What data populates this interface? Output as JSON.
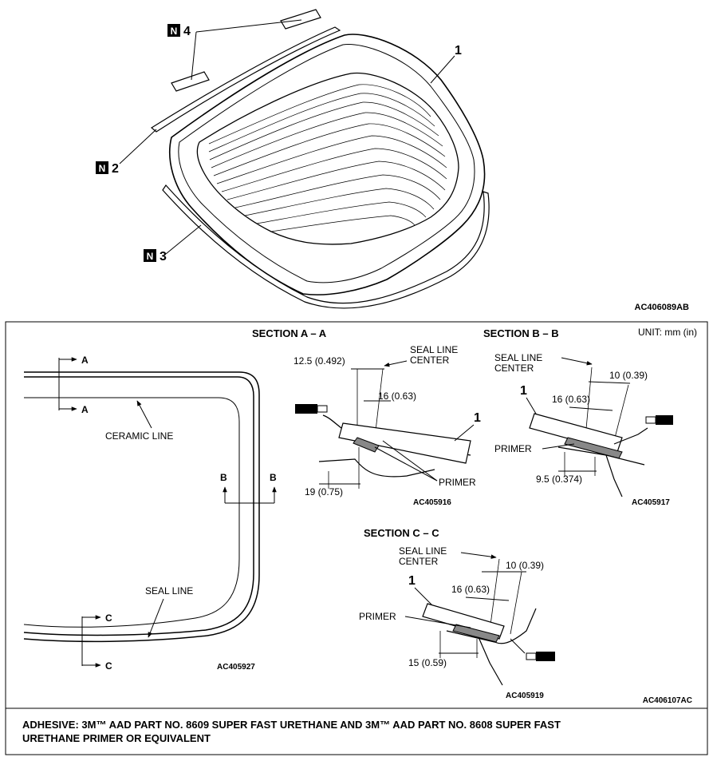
{
  "top_figure": {
    "callouts": {
      "item_1": "1",
      "item_2": "2",
      "item_3": "3",
      "item_4": "4",
      "note_badge": "N"
    },
    "figure_code": "AC406089AB"
  },
  "overview": {
    "labels": {
      "a": "A",
      "b": "B",
      "c": "C",
      "ceramic_line": "CERAMIC LINE",
      "seal_line": "SEAL LINE"
    },
    "figure_code": "AC405927"
  },
  "unit_note": "UNIT: mm (in)",
  "section_aa": {
    "title": "SECTION A – A",
    "seal_line_center": [
      "SEAL LINE",
      "CENTER"
    ],
    "dim_1": "12.5 (0.492)",
    "dim_2": "16 (0.63)",
    "dim_3": "19 (0.75)",
    "callout": "1",
    "primer": "PRIMER",
    "figure_code": "AC405916"
  },
  "section_bb": {
    "title": "SECTION B – B",
    "seal_line_center": [
      "SEAL LINE",
      "CENTER"
    ],
    "dim_1": "10 (0.39)",
    "dim_2": "16 (0.63)",
    "dim_3": "9.5 (0.374)",
    "callout": "1",
    "primer": "PRIMER",
    "figure_code": "AC405917"
  },
  "section_cc": {
    "title": "SECTION C – C",
    "seal_line_center": [
      "SEAL LINE",
      "CENTER"
    ],
    "dim_1": "10 (0.39)",
    "dim_2": "16 (0.63)",
    "dim_3": "15 (0.59)",
    "callout": "1",
    "primer": "PRIMER",
    "figure_code": "AC405919"
  },
  "lower_figure_code": "AC406107AC",
  "adhesive_note": [
    "ADHESIVE: 3M™ AAD PART NO. 8609 SUPER FAST URETHANE AND 3M™ AAD PART NO. 8608 SUPER FAST",
    "URETHANE PRIMER OR EQUIVALENT"
  ]
}
